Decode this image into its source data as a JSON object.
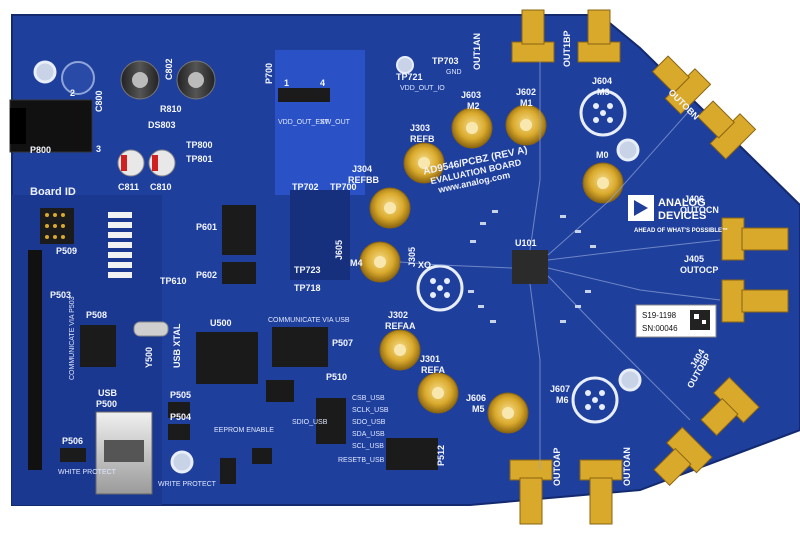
{
  "board": {
    "title": "AD9546/PCBZ (REV A)",
    "subtitle": "EVALUATION BOARD",
    "url": "www.analog.com",
    "section_label": "Board ID"
  },
  "logo": {
    "brand_line1": "ANALOG",
    "brand_line2": "DEVICES",
    "tagline": "AHEAD OF WHAT'S POSSIBLE™"
  },
  "sticker": {
    "part": "S19-1198",
    "serial": "SN:00046"
  },
  "connectors": {
    "refb": "REFB",
    "refbb": "REFBB",
    "refaa": "REFAA",
    "refa": "REFA",
    "m1": "M1",
    "m2": "M2",
    "m3": "M3",
    "m4": "M4",
    "m5": "M5",
    "m6": "M6",
    "m0": "M0",
    "xo": "XO",
    "outocn": "OUTOCN",
    "outocp": "OUTOCP",
    "outoap": "OUTOAP",
    "outoan": "OUTOAN",
    "outobn": "OUTOBN",
    "outobp": "OUTOBP",
    "out1an": "OUT1AN",
    "out1bp": "OUT1BP",
    "j_refb": "J303",
    "j_refbb": "J304",
    "j_refaa": "J302",
    "j_refa": "J301",
    "j_m2": "J603",
    "j_m1": "J602",
    "j_m3": "J604",
    "j_m4": "J605",
    "j_m5": "J606",
    "j_m6": "J607",
    "j_xo": "J305",
    "j_outocn": "J406",
    "j_outocp": "J405",
    "j_outobn": "J404"
  },
  "labels": {
    "usb": "USB",
    "usb_ref": "P500",
    "white_protect": "WHITE PROTECT",
    "write_protect": "WRITE PROTECT",
    "eeprom_enable": "EEPROM ENABLE",
    "p506": "P506",
    "p505": "P505",
    "p504": "P504",
    "p507": "P507",
    "p508": "P508",
    "p509": "P509",
    "p510": "P510",
    "p512": "P512",
    "p503": "P503",
    "p601": "P601",
    "p602": "P602",
    "p700": "P700",
    "p800": "P800",
    "u101": "U101",
    "u500": "U500",
    "c800": "C800",
    "c802": "C802",
    "c811": "C811",
    "c810": "C810",
    "r810": "R810",
    "ds803": "DS803",
    "tp800": "TP800",
    "tp801": "TP801",
    "tp610": "TP610",
    "tp702": "TP702",
    "tp700": "TP700",
    "tp703": "TP703",
    "tp721": "TP721",
    "tp723": "TP723",
    "tp718": "TP718",
    "y500": "Y500",
    "usb_xtal": "USB XTAL",
    "communicate_via_usb": "COMMUNICATE VIA USB",
    "communicate_via_p503": "COMMUNICATE VIA P503",
    "resetb_usb": "RESETB_USB",
    "csb_usb": "CSB_USB",
    "sclk_usb": "SCLK_USB",
    "sdo_usb": "SDO_USB",
    "sda_usb": "SDA_USB",
    "scl_usb": "SCL_USB",
    "sdio_usb": "SDIO_USB",
    "vdd_out_ext": "VDD_OUT_EXT",
    "vdd_out_sw": "SW_OUT",
    "vdd_out_io": "VDD_OUT_IO",
    "gnd": "GND",
    "num_2": "2",
    "num_3": "3",
    "num_1": "1",
    "num_4": "4"
  },
  "colors": {
    "pcb": "#1f3f9c",
    "pcb_dark": "#15307e",
    "silkscreen": "#eef2ff",
    "gold": "#d9a92c",
    "header_black": "#1b1b1b"
  }
}
